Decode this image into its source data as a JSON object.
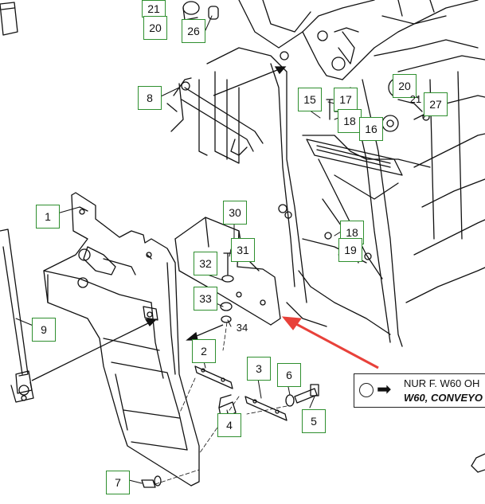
{
  "diagram": {
    "callouts": [
      {
        "id": "c21a",
        "label": "21"
      },
      {
        "id": "c20a",
        "label": "20"
      },
      {
        "id": "c26",
        "label": "26"
      },
      {
        "id": "c8",
        "label": "8"
      },
      {
        "id": "c15",
        "label": "15"
      },
      {
        "id": "c17",
        "label": "17"
      },
      {
        "id": "c18a",
        "label": "18"
      },
      {
        "id": "c16",
        "label": "16"
      },
      {
        "id": "c20b",
        "label": "20"
      },
      {
        "id": "c21b",
        "label": "21"
      },
      {
        "id": "c27",
        "label": "27"
      },
      {
        "id": "c1",
        "label": "1"
      },
      {
        "id": "c30",
        "label": "30"
      },
      {
        "id": "c31",
        "label": "31"
      },
      {
        "id": "c32",
        "label": "32"
      },
      {
        "id": "c33",
        "label": "33"
      },
      {
        "id": "c34",
        "label": "34"
      },
      {
        "id": "c18b",
        "label": "18"
      },
      {
        "id": "c19",
        "label": "19"
      },
      {
        "id": "c9",
        "label": "9"
      },
      {
        "id": "c2",
        "label": "2"
      },
      {
        "id": "c3",
        "label": "3"
      },
      {
        "id": "c6",
        "label": "6"
      },
      {
        "id": "c4",
        "label": "4"
      },
      {
        "id": "c5",
        "label": "5"
      },
      {
        "id": "c7",
        "label": "7"
      }
    ],
    "legend": {
      "line1": "NUR F. W60 OH",
      "line2": "W60, CONVEYO"
    },
    "colors": {
      "callout_border": "#2f8f2f",
      "highlight_arrow": "#e8413a",
      "line_art": "#111111"
    }
  }
}
